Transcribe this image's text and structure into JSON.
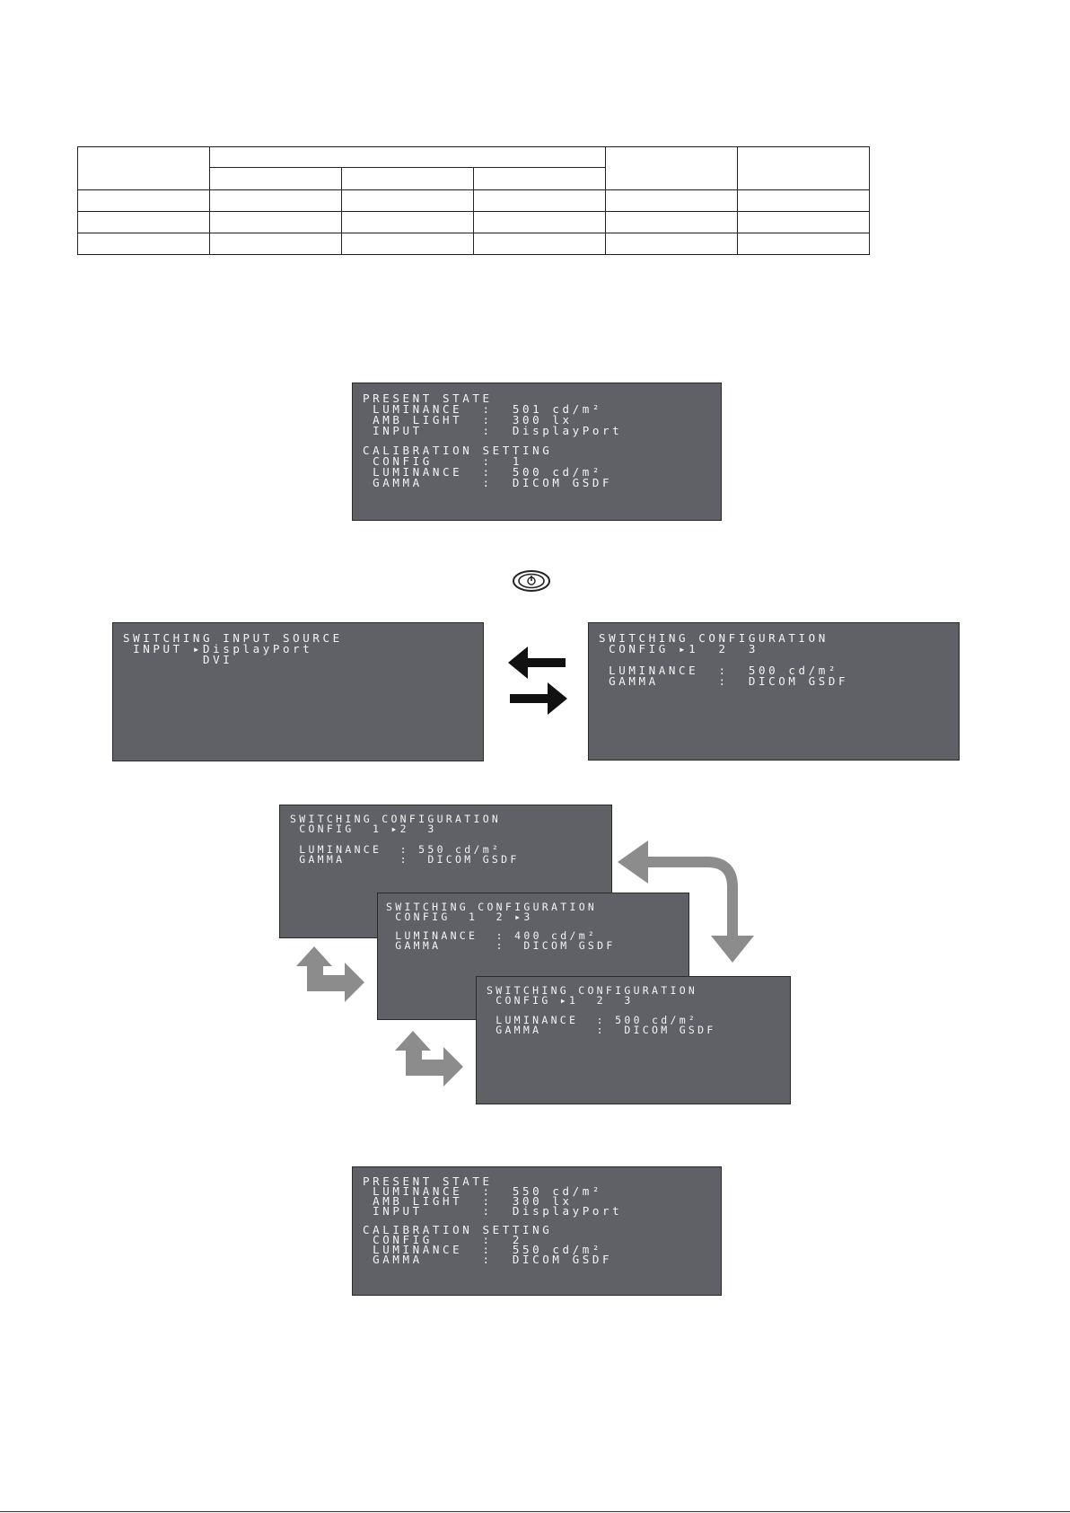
{
  "table": {
    "rows": 5,
    "cols": 6
  },
  "screens": {
    "present_state_1": {
      "title": "PRESENT STATE",
      "lines": [
        " LUMINANCE  :  501 cd/m²",
        " AMB LIGHT  :  300 lx",
        " INPUT      :  DisplayPort"
      ],
      "section": "CALIBRATION SETTING",
      "lines2": [
        " CONFIG     :  1",
        " LUMINANCE  :  500 cd/m²",
        " GAMMA      :  DICOM GSDF"
      ]
    },
    "input_source": {
      "title": "SWITCHING INPUT SOURCE",
      "lines": [
        " INPUT ▸DisplayPort",
        "        DVI"
      ]
    },
    "config_main": {
      "title": "SWITCHING CONFIGURATION",
      "lines": [
        " CONFIG ▸1  2  3",
        "",
        " LUMINANCE  :  500 cd/m²",
        " GAMMA      :  DICOM GSDF"
      ]
    },
    "config_2": {
      "title": "SWITCHING CONFIGURATION",
      "lines": [
        " CONFIG  1 ▸2  3",
        "",
        " LUMINANCE  : 550 cd/m²",
        " GAMMA      :  DICOM GSDF"
      ]
    },
    "config_3": {
      "title": "SWITCHING CONFIGURATION",
      "lines": [
        " CONFIG  1  2 ▸3",
        "",
        " LUMINANCE  : 400 cd/m²",
        " GAMMA      :  DICOM GSDF"
      ]
    },
    "config_1": {
      "title": "SWITCHING CONFIGURATION",
      "lines": [
        " CONFIG ▸1  2  3",
        "",
        " LUMINANCE  : 500 cd/m²",
        " GAMMA      :  DICOM GSDF"
      ]
    },
    "present_state_2": {
      "title": "PRESENT STATE",
      "lines": [
        " LUMINANCE  :  550 cd/m²",
        " AMB LIGHT  :  300 lx",
        " INPUT      :  DisplayPort"
      ],
      "section": "CALIBRATION SETTING",
      "lines2": [
        " CONFIG     :  2",
        " LUMINANCE  :  550 cd/m²",
        " GAMMA      :  DICOM GSDF"
      ]
    }
  },
  "icons": {
    "power_button": "power-button-icon",
    "arrow_left": "arrow-left-icon",
    "arrow_right": "arrow-right-icon",
    "cycle": "cycle-arrow-icon"
  },
  "colors": {
    "osd_bg": "#606166",
    "osd_text": "#f4f4f4",
    "gray_arrow": "#8c8c8c"
  }
}
